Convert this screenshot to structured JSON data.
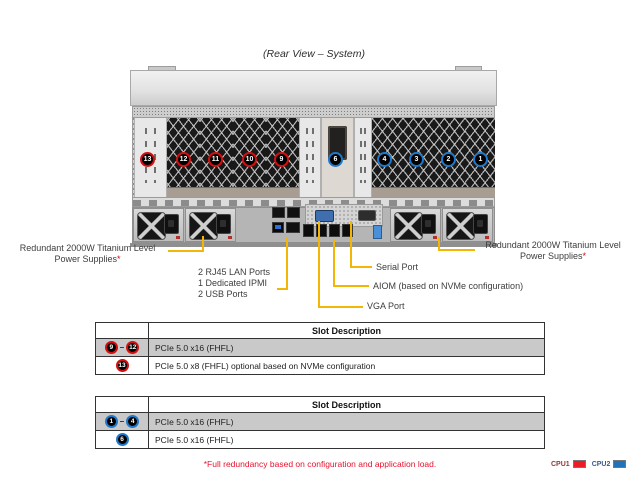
{
  "title": "(Rear View – System)",
  "chassis": {
    "red_slots": [
      "13",
      "12",
      "11",
      "10",
      "9"
    ],
    "blue_slots": [
      "6",
      "4",
      "3",
      "2",
      "1"
    ]
  },
  "callouts": {
    "psu_left": {
      "line1": "Redundant 2000W Titanium Level",
      "line2": "Power Supplies",
      "mark": "*"
    },
    "psu_right": {
      "line1": "Redundant 2000W Titanium Level",
      "line2": "Power Supplies",
      "mark": "*"
    },
    "io": {
      "line1": "2 RJ45 LAN Ports",
      "line2": "1 Dedicated IPMI",
      "line3": "2 USB Ports"
    },
    "serial": "Serial Port",
    "aiom": "AIOM (based on NVMe configuration)",
    "vga": "VGA Port"
  },
  "tables": {
    "upper": {
      "col_header": "Slot Description",
      "rows": [
        {
          "badge_from": "9",
          "dash": "–",
          "badge_to": "12",
          "desc": "PCIe 5.0 x16 (FHFL)"
        },
        {
          "badge": "13",
          "desc": "PCIe 5.0 x8 (FHFL) optional based on NVMe configuration"
        }
      ]
    },
    "lower": {
      "col_header": "Slot Description",
      "rows": [
        {
          "badge_from": "1",
          "dash": "–",
          "badge_to": "4",
          "desc": "PCIe 5.0 x16 (FHFL)"
        },
        {
          "badge": "6",
          "desc": "PCIe 5.0 x16 (FHFL)"
        }
      ]
    }
  },
  "footnote": "*Full redundancy based on configuration and application load.",
  "legend": {
    "cpu1": "CPU1",
    "cpu2": "CPU2"
  },
  "colors": {
    "cpu1_red": "#ec1c24",
    "cpu2_blue": "#2272b9",
    "slot_ring_red": "#d40f0f",
    "slot_ring_blue": "#1f78c8",
    "callout_line": "#f2b705",
    "footnote_red": "#e8112d",
    "table_row_gray": "#c9c9c9"
  }
}
